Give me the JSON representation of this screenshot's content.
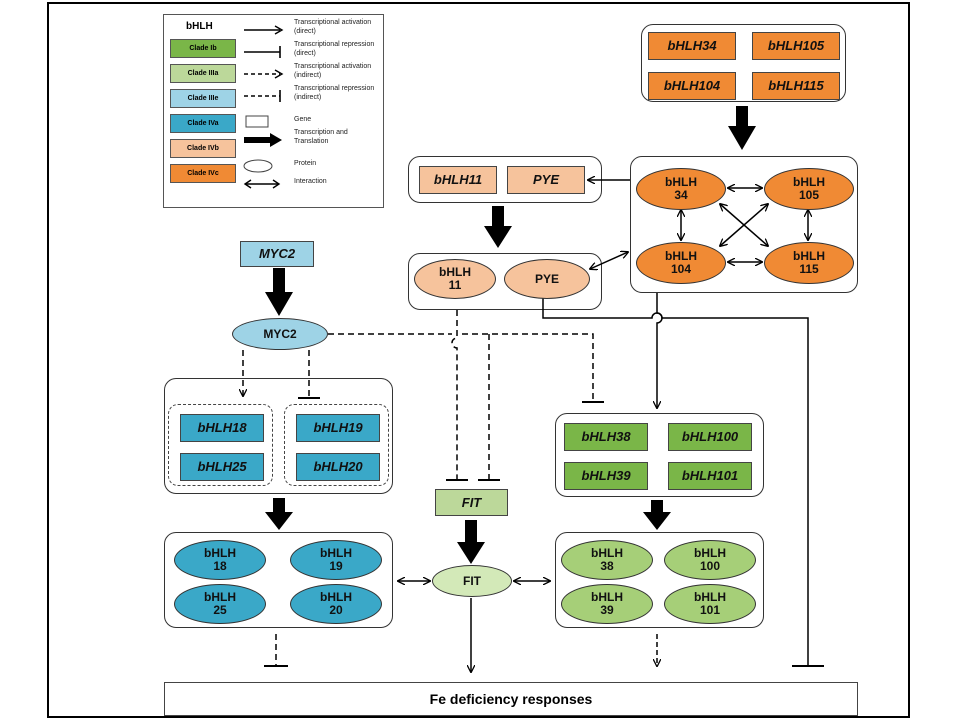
{
  "colors": {
    "clade_Ib": "#7ab648",
    "clade_IIIa": "#bcd89a",
    "clade_IIIe": "#9ed3e6",
    "clade_IVa": "#3aa8c8",
    "clade_IVb": "#f6c39c",
    "clade_IVc": "#f08a34"
  },
  "legend": {
    "title": "bHLH",
    "clades": [
      "Clade Ib",
      "Clade IIIa",
      "Clade IIIe",
      "Clade IVa",
      "Clade IVb",
      "Clade IVc"
    ],
    "items": [
      {
        "icon": "solid-arrow-icon",
        "text": "Transcriptional activation (direct)"
      },
      {
        "icon": "solid-tbar-icon",
        "text": "Transcriptional repression (direct)"
      },
      {
        "icon": "dashed-arrow-icon",
        "text": "Transcriptional activation (indirect)"
      },
      {
        "icon": "dashed-tbar-icon",
        "text": "Transcriptional repression (indirect)"
      },
      {
        "icon": "gene-box-icon",
        "text": "Gene"
      },
      {
        "icon": "thick-arrow-icon",
        "text": "Transcription and Translation"
      },
      {
        "icon": "protein-ellipse-icon",
        "text": "Protein"
      },
      {
        "icon": "double-arrow-icon",
        "text": "Interaction"
      }
    ]
  },
  "genes": {
    "bHLH34": "bHLH34",
    "bHLH105": "bHLH105",
    "bHLH104": "bHLH104",
    "bHLH115": "bHLH115",
    "bHLH11": "bHLH11",
    "PYE": "PYE",
    "MYC2": "MYC2",
    "bHLH18": "bHLH18",
    "bHLH19": "bHLH19",
    "bHLH25": "bHLH25",
    "bHLH20": "bHLH20",
    "FIT": "FIT",
    "bHLH38": "bHLH38",
    "bHLH100": "bHLH100",
    "bHLH39": "bHLH39",
    "bHLH101": "bHLH101"
  },
  "proteins": {
    "p34": [
      "bHLH",
      "34"
    ],
    "p105": [
      "bHLH",
      "105"
    ],
    "p104": [
      "bHLH",
      "104"
    ],
    "p115": [
      "bHLH",
      "115"
    ],
    "p11": [
      "bHLH",
      "11"
    ],
    "pPYE": [
      "PYE"
    ],
    "pMYC2": [
      "MYC2"
    ],
    "p18": [
      "bHLH",
      "18"
    ],
    "p19": [
      "bHLH",
      "19"
    ],
    "p25": [
      "bHLH",
      "25"
    ],
    "p20": [
      "bHLH",
      "20"
    ],
    "pFIT": [
      "FIT"
    ],
    "p38": [
      "bHLH",
      "38"
    ],
    "p100": [
      "bHLH",
      "100"
    ],
    "p39": [
      "bHLH",
      "39"
    ],
    "p101": [
      "bHLH",
      "101"
    ]
  },
  "output": {
    "label": "Fe deficiency responses"
  }
}
